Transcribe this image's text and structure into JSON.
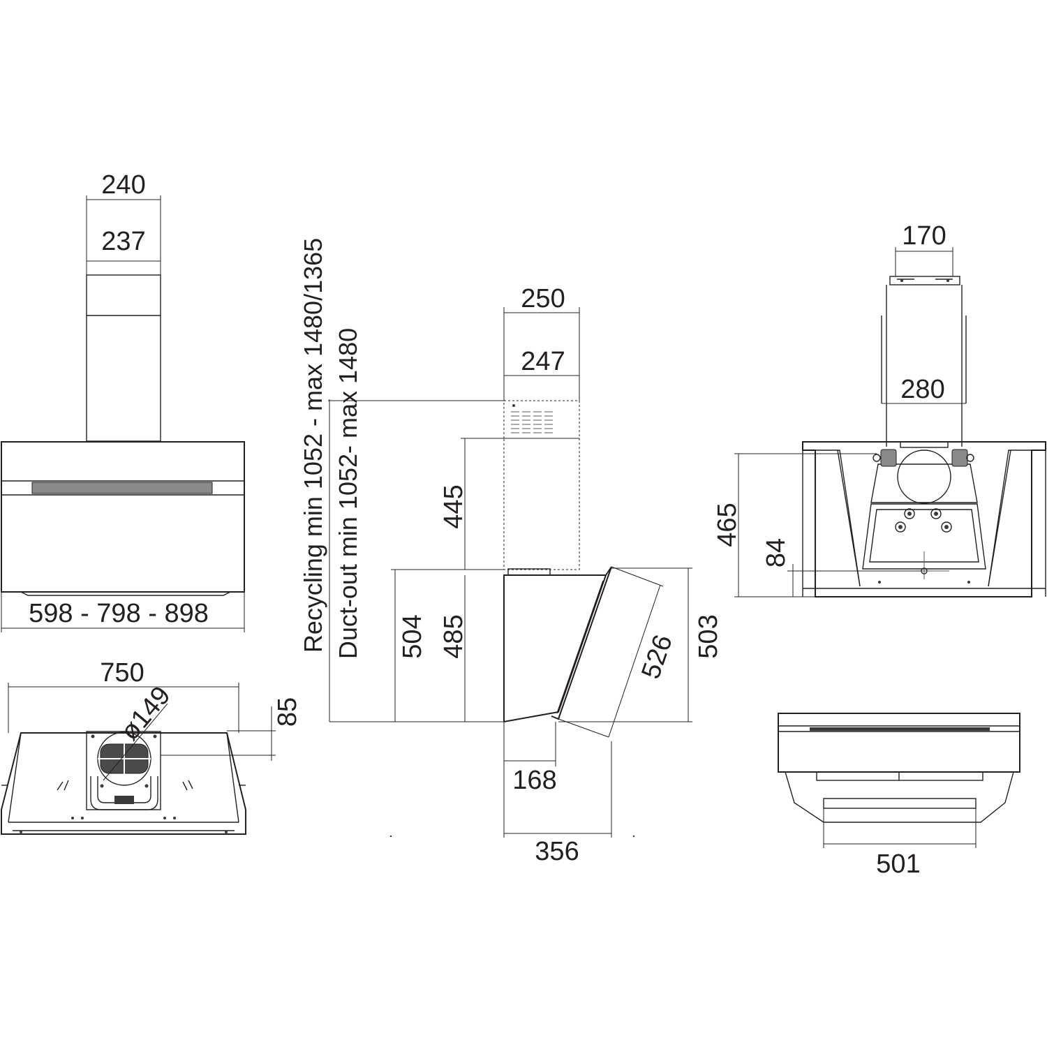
{
  "front_view": {
    "chimney_outer_width": "240",
    "chimney_inner_width": "237",
    "hood_widths": "598 - 798 - 898"
  },
  "side_view": {
    "recycling_height": "Recycling min 1052 - max 1480/1365",
    "ductout_height": "Duct-out min 1052- max 1480",
    "chimney_outer_depth": "250",
    "chimney_inner_depth": "247",
    "chimney_height": "445",
    "height_total": "504",
    "height_body": "485",
    "glass_length": "526",
    "height_front": "503",
    "depth_top": "168",
    "depth_total": "356"
  },
  "bottom_view": {
    "width": "750",
    "outlet_diameter": "ø149",
    "outlet_offset": "85"
  },
  "rear_view": {
    "bracket_width": "170",
    "frame_width": "280",
    "height": "465",
    "lower_offset": "84"
  },
  "top_view": {
    "filter_width": "501"
  }
}
